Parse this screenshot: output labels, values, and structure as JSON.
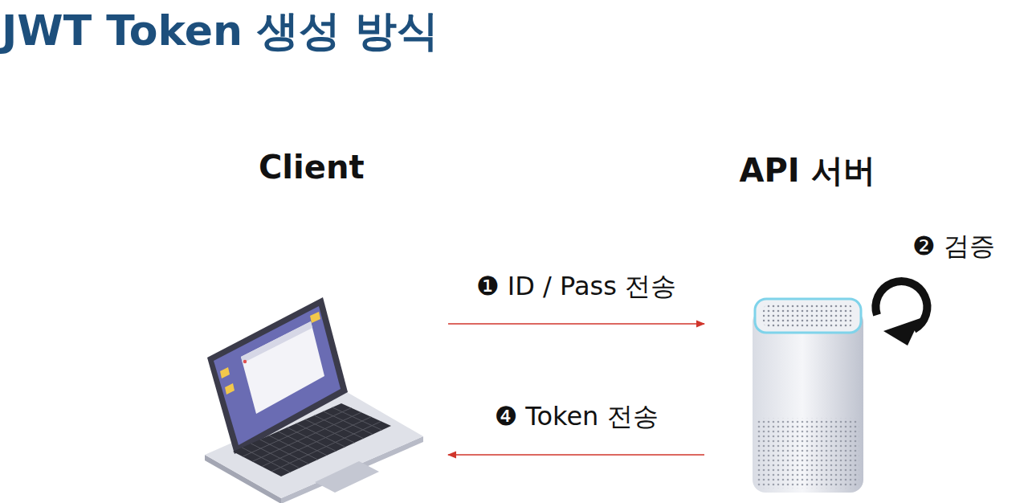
{
  "diagram": {
    "title": "JWT Token 생성 방식",
    "nodes": [
      {
        "text": [
          "Client"
        ]
      },
      {
        "text": [
          "API 서버"
        ]
      }
    ],
    "edges": [
      {
        "from": 0,
        "to": 1,
        "label": "❶ ID / Pass 전송",
        "arrow": "to"
      },
      {
        "from": 1,
        "to": 0,
        "label": "❹ Token 전송",
        "arrow": "to"
      }
    ],
    "labels": [
      "❷ 검증"
    ]
  }
}
